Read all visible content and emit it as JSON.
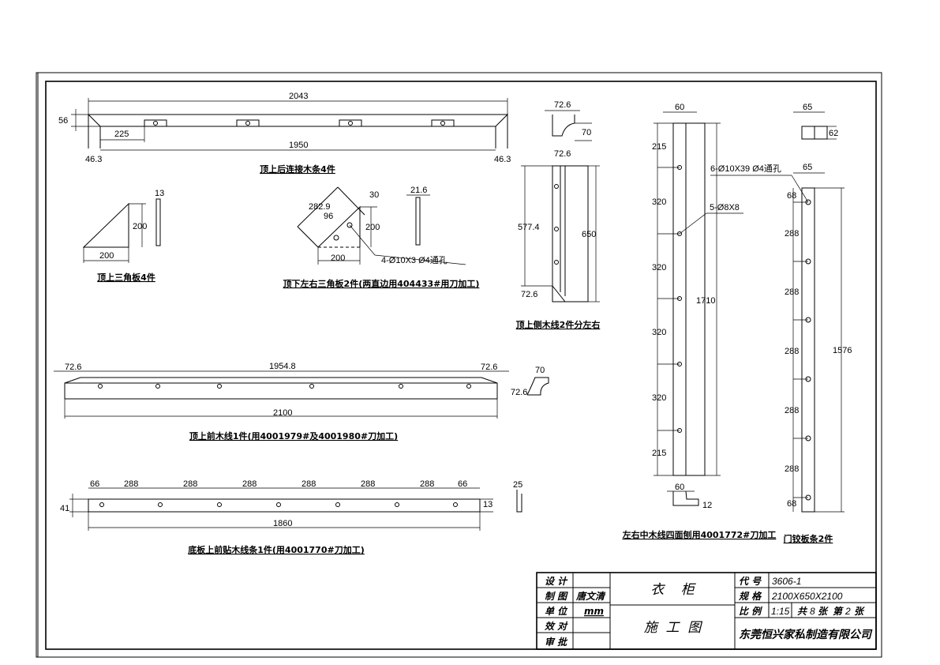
{
  "parts": {
    "top_rail": {
      "title": "顶上后连接木条4件",
      "dims": [
        "2043",
        "56",
        "225",
        "1950",
        "46.3",
        "46.3"
      ]
    },
    "top_triangle": {
      "title": "顶上三角板4件",
      "dims": [
        "13",
        "200",
        "200"
      ]
    },
    "side_triangle": {
      "title": "顶下左右三角板2件(两直边用404433#用刀加工)",
      "dims": [
        "282.9",
        "96",
        "30",
        "200",
        "200",
        "21.6"
      ],
      "note": "4-Ø10X3  Ø4通孔"
    },
    "side_molding": {
      "title": "顶上侧木线2件分左右",
      "dims": [
        "72.6",
        "70",
        "72.6",
        "577.4",
        "650",
        "72.6"
      ]
    },
    "middle_molding": {
      "title": "左右中木线四面刨用4001772#刀加工",
      "dims": [
        "60",
        "215",
        "320",
        "320",
        "1710",
        "320",
        "320",
        "215",
        "60",
        "12"
      ],
      "note": "5-Ø8X8"
    },
    "hinge_strip": {
      "title": "门铰板条2件",
      "dims": [
        "65",
        "62",
        "65",
        "68",
        "288",
        "288",
        "288",
        "1576",
        "288",
        "288",
        "68"
      ],
      "note": "6-Ø10X39  Ø4通孔"
    },
    "front_molding": {
      "title": "顶上前木线1件(用4001979#及4001980#刀加工)",
      "dims": [
        "72.6",
        "1954.8",
        "72.6",
        "70",
        "72.6",
        "2100"
      ]
    },
    "bottom_strip": {
      "title": "底板上前贴木线条1件(用4001770#刀加工)",
      "dims": [
        "66",
        "288",
        "288",
        "288",
        "288",
        "288",
        "288",
        "66",
        "41",
        "13",
        "25",
        "1860"
      ]
    }
  },
  "title_block": {
    "labels": [
      "设 计",
      "制 图",
      "单 位",
      "效 对",
      "审 批"
    ],
    "drafter": "唐文清",
    "unit": "mm",
    "product": "衣    柜",
    "drawing_type": "施  工  图",
    "code_label": "代 号",
    "code": "3606-1",
    "spec_label": "规 格",
    "spec": "2100X650X2100",
    "scale_label": "比 例",
    "scale": "1:15",
    "sheets_total_label": "共",
    "sheets_total": "8",
    "sheet_unit": "张",
    "sheet_no_label": "第",
    "sheet_no": "2",
    "sheet_unit2": "张",
    "company": "东莞恒兴家私制造有限公司"
  }
}
